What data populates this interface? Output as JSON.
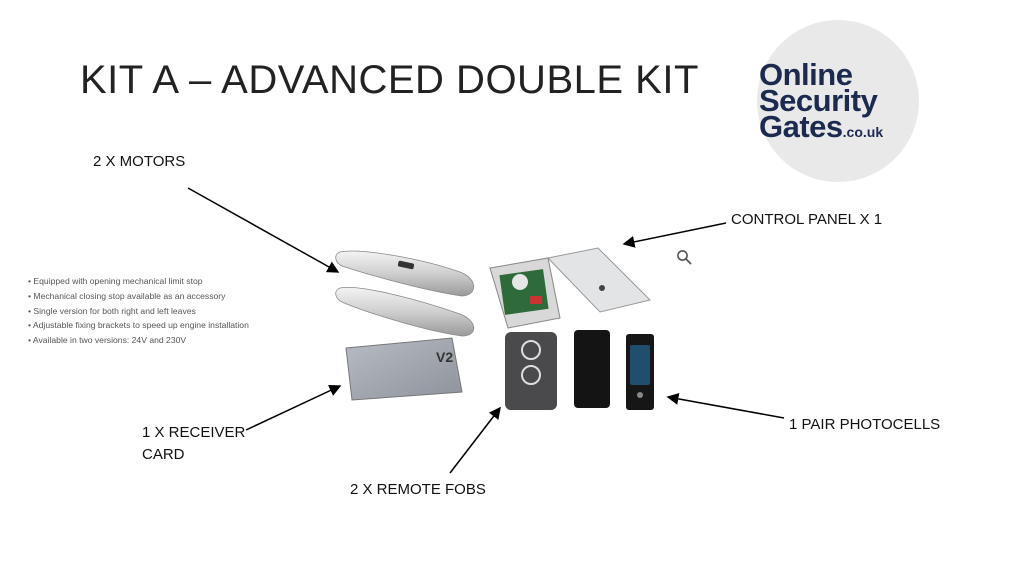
{
  "title": "KIT A – ADVANCED DOUBLE KIT",
  "labels": {
    "motors": "2 X MOTORS",
    "control_panel": "CONTROL PANEL X 1",
    "receiver_line1": "1 X RECEIVER",
    "receiver_line2": "CARD",
    "remote_fobs": "2 X REMOTE FOBS",
    "photocells": "1 PAIR PHOTOCELLS"
  },
  "logo": {
    "line1": "Online",
    "line2": "Security",
    "line3": "Gates",
    "suffix": ".co.uk"
  },
  "features": [
    "Equipped with opening mechanical limit stop",
    "Mechanical closing stop available as an accessory",
    "Single version for both right and left leaves",
    "Adjustable fixing brackets to speed up engine installation",
    "Available in two versions: 24V and 230V"
  ],
  "icons": {
    "zoom": "magnifier-icon"
  },
  "colors": {
    "logo_text": "#1c2a4f",
    "logo_bg": "#e9e9ea"
  }
}
